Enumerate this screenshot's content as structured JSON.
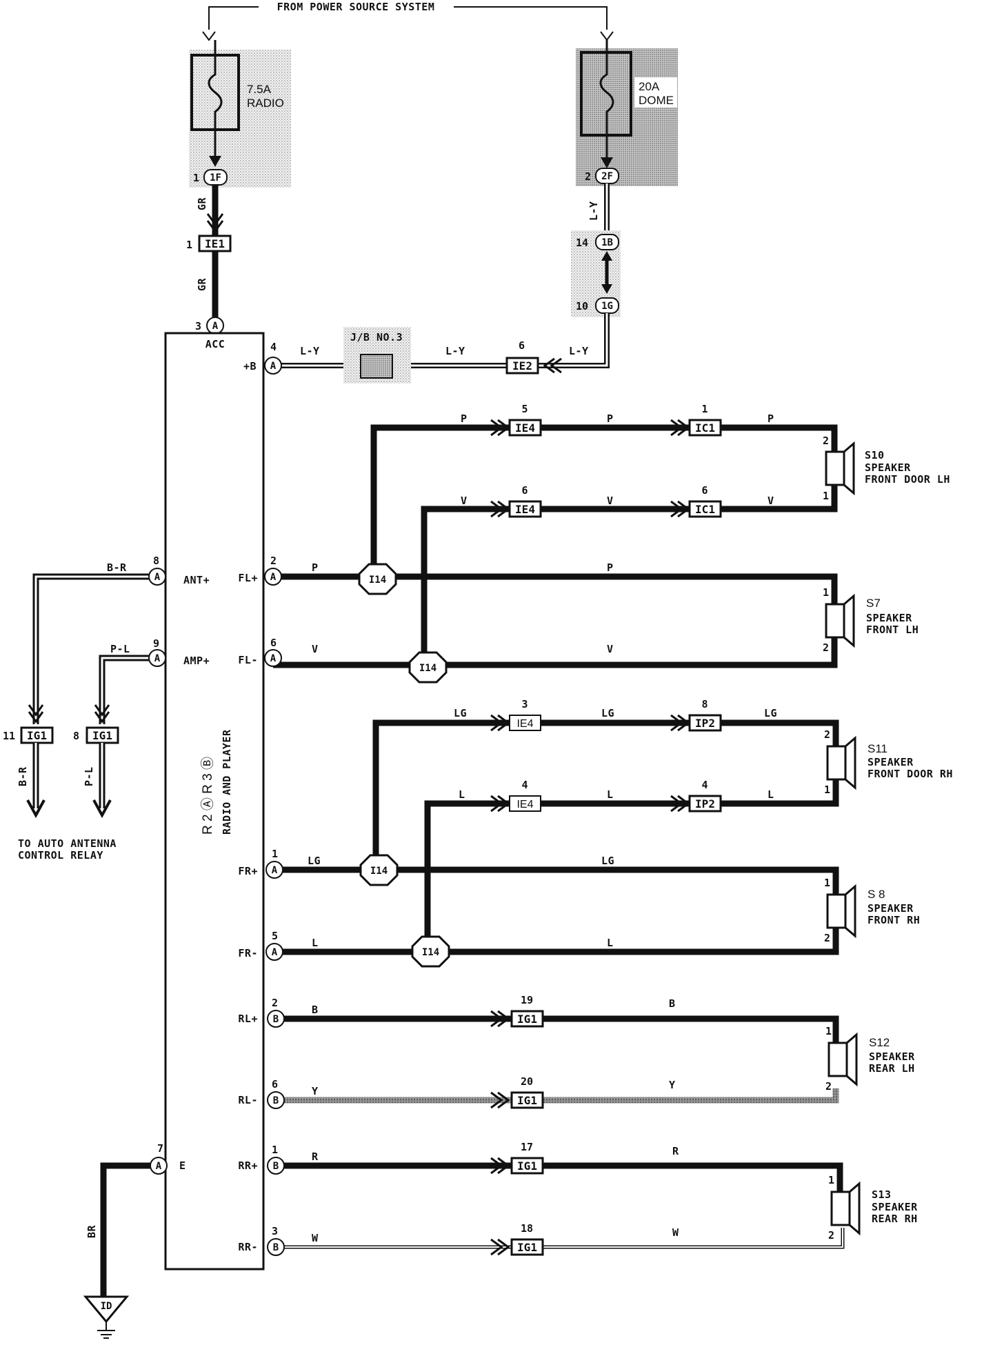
{
  "header": {
    "power_source": "FROM POWER SOURCE SYSTEM"
  },
  "fuses": {
    "radio": {
      "line1": "7.5A",
      "line2": "RADIO"
    },
    "dome": {
      "line1": "20A",
      "line2": "DOME"
    }
  },
  "unit": {
    "line1": "R 2 Ⓐ  R 3 Ⓑ",
    "line2": "RADIO AND PLAYER",
    "terminals": {
      "acc": "ACC",
      "b": "+B",
      "ant": "ANT+",
      "amp": "AMP+",
      "e": "E",
      "fl_plus": "FL+",
      "fl_minus": "FL-",
      "fr_plus": "FR+",
      "fr_minus": "FR-",
      "rl_plus": "RL+",
      "rl_minus": "RL-",
      "rr_plus": "RR+",
      "rr_minus": "RR-"
    }
  },
  "connectors": {
    "c1F": "1F",
    "c2F": "2F",
    "cIE1": "IE1",
    "c1B": "1B",
    "c1G": "1G",
    "cIE2": "IE2",
    "cIE4": "IE4",
    "cIC1": "IC1",
    "cIP2": "IP2",
    "cIG1": "IG1",
    "cI14": "I14",
    "cID": "ID",
    "jb3": "J/B NO.3",
    "cA": "A",
    "cB": "B"
  },
  "wires": {
    "GR": "GR",
    "LY": "L-Y",
    "P": "P",
    "V": "V",
    "LG": "LG",
    "L": "L",
    "B": "B",
    "Y": "Y",
    "R": "R",
    "W": "W",
    "BR": "B-R",
    "PL": "P-L",
    "BRN": "BR"
  },
  "pins": {
    "p1": "1",
    "p2": "2",
    "p3": "3",
    "p4": "4",
    "p5": "5",
    "p6": "6",
    "p7": "7",
    "p8": "8",
    "p9": "9",
    "p10": "10",
    "p11": "11",
    "p14": "14",
    "p17": "17",
    "p18": "18",
    "p19": "19",
    "p20": "20"
  },
  "speakers": {
    "s10": {
      "id": "S10",
      "l1": "SPEAKER",
      "l2": "FRONT DOOR LH"
    },
    "s7": {
      "id": "S7",
      "l1": "SPEAKER",
      "l2": "FRONT LH"
    },
    "s11": {
      "id": "S11",
      "l1": "SPEAKER",
      "l2": "FRONT DOOR RH"
    },
    "s8": {
      "id": "S 8",
      "l1": "SPEAKER",
      "l2": "FRONT RH"
    },
    "s12": {
      "id": "S12",
      "l1": "SPEAKER",
      "l2": "REAR LH"
    },
    "s13": {
      "id": "S13",
      "l1": "SPEAKER",
      "l2": "REAR RH"
    }
  },
  "antenna": {
    "line1": "TO AUTO ANTENNA",
    "line2": "CONTROL RELAY"
  }
}
